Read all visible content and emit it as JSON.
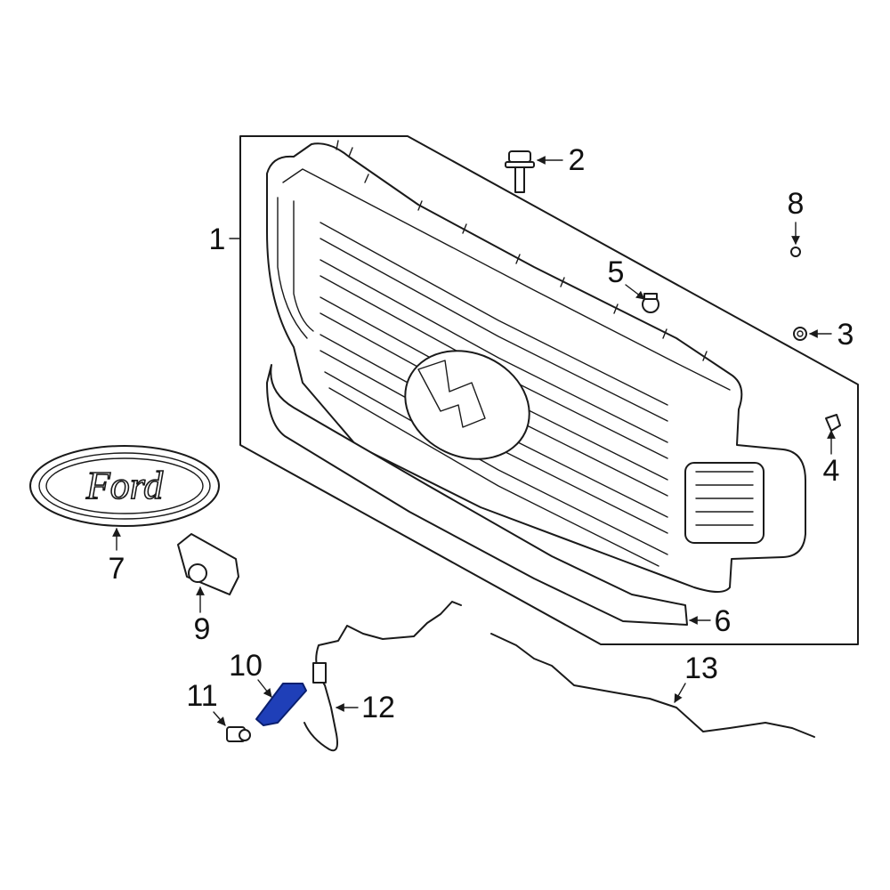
{
  "diagram": {
    "callouts": [
      {
        "id": "1",
        "label": "1"
      },
      {
        "id": "2",
        "label": "2"
      },
      {
        "id": "3",
        "label": "3"
      },
      {
        "id": "4",
        "label": "4"
      },
      {
        "id": "5",
        "label": "5"
      },
      {
        "id": "6",
        "label": "6"
      },
      {
        "id": "7",
        "label": "7"
      },
      {
        "id": "8",
        "label": "8"
      },
      {
        "id": "9",
        "label": "9"
      },
      {
        "id": "10",
        "label": "10"
      },
      {
        "id": "11",
        "label": "11"
      },
      {
        "id": "12",
        "label": "12"
      },
      {
        "id": "13",
        "label": "13"
      }
    ],
    "emblem_text": "Ford",
    "highlight_color": "#1f3fb8",
    "line_color": "#1a1a1a"
  }
}
